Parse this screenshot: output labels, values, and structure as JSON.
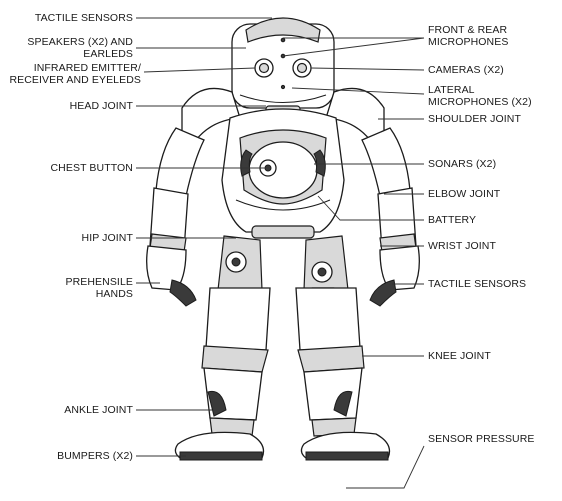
{
  "labels": {
    "tactile_sensors_head": "TACTILE SENSORS",
    "speakers": [
      "SPEAKERS (X2) AND",
      "EARLEDS"
    ],
    "infrared": [
      "INFRARED EMITTER/",
      "RECEIVER AND EYELEDS"
    ],
    "head_joint": "HEAD JOINT",
    "chest_button": "CHEST BUTTON",
    "hip_joint": "HIP JOINT",
    "prehensile_hands": [
      "PREHENSILE",
      "HANDS"
    ],
    "ankle_joint": "ANKLE JOINT",
    "bumpers": "BUMPERS (X2)",
    "front_rear_mics": [
      "FRONT & REAR",
      "MICROPHONES"
    ],
    "cameras": "CAMERAS (X2)",
    "lateral_mics": [
      "LATERAL",
      "MICROPHONES (X2)"
    ],
    "shoulder_joint": "SHOULDER JOINT",
    "sonars": "SONARS (X2)",
    "elbow_joint": "ELBOW JOINT",
    "battery": "BATTERY",
    "wrist_joint": "WRIST JOINT",
    "tactile_sensors_hand": "TACTILE SENSORS",
    "knee_joint": "KNEE JOINT",
    "sensor_pressure": "SENSOR PRESSURE"
  }
}
